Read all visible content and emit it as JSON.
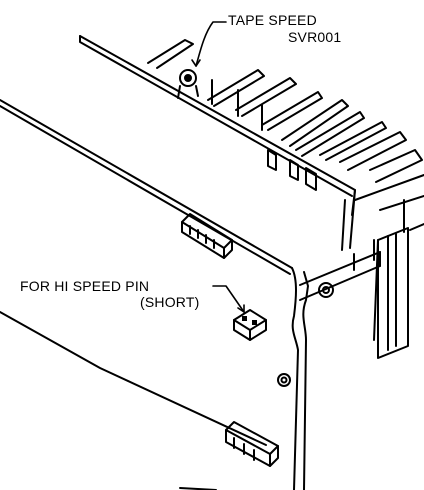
{
  "callouts": {
    "tape_speed": {
      "line1": "TAPE SPEED",
      "line2": "SVR001"
    },
    "hi_speed_pin": {
      "line1": "FOR HI SPEED PIN",
      "line2": "(SHORT)"
    }
  },
  "colors": {
    "ink": "#000000",
    "paper": "#ffffff"
  }
}
